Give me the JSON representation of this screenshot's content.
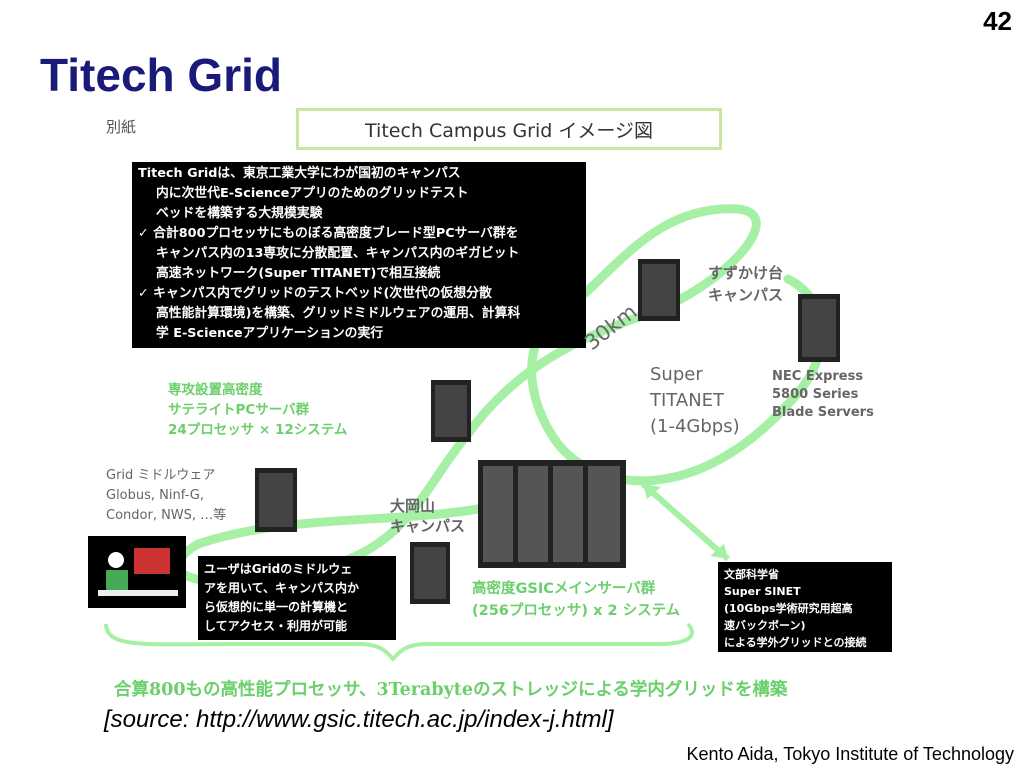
{
  "slide": {
    "number": "42",
    "title": "Titech Grid",
    "source": "[source: http://www.gsic.titech.ac.jp/index-j.html]",
    "credit": "Kento Aida, Tokyo Institute of Technology"
  },
  "figure": {
    "tag": "別紙",
    "heading": "Titech Campus Grid イメージ図",
    "description_lines": [
      "Titech Gridは、東京工業大学にわが国初のキャンパス",
      "内に次世代E-Scienceアプリのためのグリッドテスト",
      "ベッドを構築する大規模実験",
      "✓ 合計800プロセッサにものぼる高密度ブレード型PCサーバ群を",
      "キャンパス内の13専攻に分散配置、キャンパス内のギガビット",
      "高速ネットワーク(Super TITANET)で相互接続",
      "✓ キャンパス内でグリッドのテストベッド(次世代の仮想分散",
      "高性能計算環境)を構築、グリッドミドルウェアの運用、計算科",
      "学 E-Scienceアプリケーションの実行"
    ],
    "suzukake": [
      "すずかけ台",
      "キャンパス"
    ],
    "distance": "30km",
    "network": [
      "Super",
      "TITANET",
      "(1-4Gbps)"
    ],
    "nec": [
      "NEC Express",
      "5800 Series",
      "Blade Servers"
    ],
    "satellite": [
      "専攻設置高密度",
      "サテライトPCサーバ群",
      "24プロセッサ × 12システム"
    ],
    "middleware": [
      "Grid ミドルウェア",
      "Globus, Ninf-G,",
      "Condor, NWS, …等"
    ],
    "ookayama": [
      "大岡山",
      "キャンパス"
    ],
    "user_box": [
      "ユーザはGridのミドルウェ",
      "アを用いて、キャンパス内か",
      "ら仮想的に単一の計算機と",
      "してアクセス・利用が可能"
    ],
    "gsic": [
      "高密度GSICメインサーバ群",
      "(256プロセッサ) x 2 システム"
    ],
    "sinet_box": [
      "文部科学省",
      "Super SINET",
      "(10Gbps学術研究用超高",
      "速バックボーン)",
      "による学外グリッドとの接続"
    ],
    "summary": "合算800もの高性能プロセッサ、3Terabyteのストレッジによる学内グリッドを構築"
  },
  "colors": {
    "title": "#1a1a7a",
    "network_green": "#a6f0a6",
    "label_green": "#6bcf6b",
    "heading_box_border": "#c8e6a0"
  }
}
